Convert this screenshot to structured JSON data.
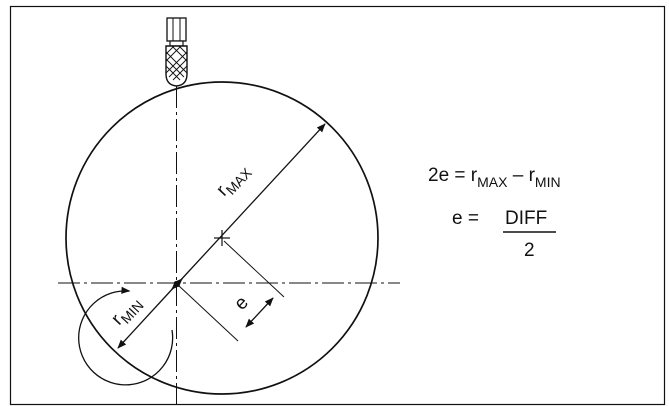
{
  "labels": {
    "r_max_base": "r",
    "r_max_sub": "MAX",
    "r_min_base": "r",
    "r_min_sub": "MIN",
    "e": "e"
  },
  "formula1": {
    "lhs": "2e = r",
    "sub_max": "MAX",
    "minus": " – r",
    "sub_min": "MIN"
  },
  "formula2": {
    "lhs": "e =",
    "numerator": "DIFF",
    "denominator": "2"
  }
}
